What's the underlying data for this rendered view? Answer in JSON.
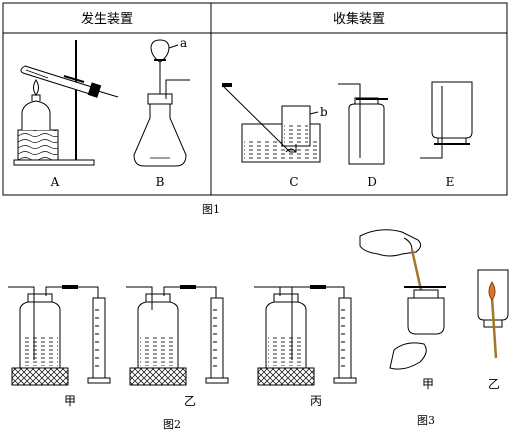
{
  "fig1": {
    "header_left": "发生装置",
    "header_right": "收集装置",
    "labels": [
      "A",
      "B",
      "C",
      "D",
      "E"
    ],
    "callout_a": "a",
    "callout_b": "b",
    "caption": "图1"
  },
  "fig2": {
    "labels": [
      "甲",
      "乙",
      "丙"
    ],
    "caption": "图2"
  },
  "fig3": {
    "labels": [
      "甲",
      "乙"
    ],
    "caption": "图3"
  }
}
